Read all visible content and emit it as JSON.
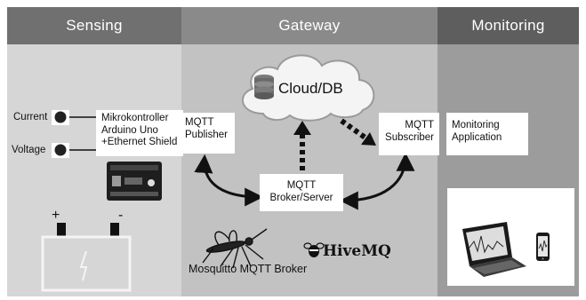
{
  "columns": {
    "sensing": {
      "title": "Sensing",
      "header_color": "#707070",
      "body_color": "#d6d6d6"
    },
    "gateway": {
      "title": "Gateway",
      "header_color": "#8a8a8a",
      "body_color": "#c2c2c2"
    },
    "monitoring": {
      "title": "Monitoring",
      "header_color": "#5e5e5e",
      "body_color": "#9c9c9c"
    }
  },
  "sensing": {
    "current_label": "Current",
    "voltage_label": "Voltage",
    "controller_lines": [
      "Mikrokontroller",
      "Arduino Uno",
      "+Ethernet Shield"
    ],
    "battery_plus": "+",
    "battery_minus": "-"
  },
  "gateway": {
    "cloud_label": "Cloud/DB",
    "publisher_lines": [
      "MQTT",
      "Publisher"
    ],
    "broker_lines": [
      "MQTT",
      "Broker/Server"
    ],
    "mosquitto_label": "Mosquitto MQTT Broker",
    "hivemq_label": "HiveMQ"
  },
  "monitoring": {
    "subscriber_lines": [
      "MQTT",
      "Subscriber"
    ],
    "application_lines": [
      "Monitoring",
      "Application"
    ]
  },
  "colors": {
    "arrow": "#111111",
    "cloud_fill": "#f4f4f4",
    "cloud_stroke": "#9a9a9a"
  },
  "icons": [
    "db-icon",
    "arduino-board-icon",
    "battery-icon",
    "mosquito-icon",
    "hivemq-bee-icon",
    "laptop-icon",
    "phone-icon"
  ]
}
